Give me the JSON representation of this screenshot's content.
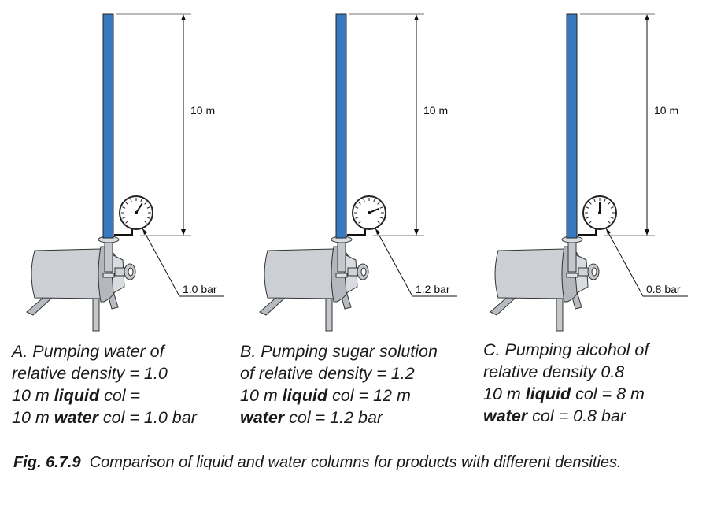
{
  "colors": {
    "pipe": "#3878be",
    "metal": "#c9cdd2"
  },
  "panels": [
    {
      "height_label": "10 m",
      "pressure_label": "1.0 bar",
      "pressure_bar": 1.0,
      "caption": [
        [
          {
            "t": "A. Pumping water of",
            "b": false
          }
        ],
        [
          {
            "t": "relative density = 1.0",
            "b": false
          }
        ],
        [
          {
            "t": "10 m ",
            "b": false
          },
          {
            "t": "liquid",
            "b": true
          },
          {
            "t": " col =",
            "b": false
          }
        ],
        [
          {
            "t": "10 m ",
            "b": false
          },
          {
            "t": "water",
            "b": true
          },
          {
            "t": " col = 1.0 bar",
            "b": false
          }
        ]
      ]
    },
    {
      "height_label": "10 m",
      "pressure_label": "1.2 bar",
      "pressure_bar": 1.2,
      "caption": [
        [
          {
            "t": "B. Pumping sugar solution",
            "b": false
          }
        ],
        [
          {
            "t": "of relative density = 1.2",
            "b": false
          }
        ],
        [
          {
            "t": "10 m ",
            "b": false
          },
          {
            "t": "liquid",
            "b": true
          },
          {
            "t": " col = 12 m",
            "b": false
          }
        ],
        [
          {
            "t": "water",
            "b": true
          },
          {
            "t": " col = 1.2 bar",
            "b": false
          }
        ]
      ]
    },
    {
      "height_label": "10 m",
      "pressure_label": "0.8 bar",
      "pressure_bar": 0.8,
      "caption": [
        [
          {
            "t": "C. Pumping alcohol of",
            "b": false
          }
        ],
        [
          {
            "t": "relative density 0.8",
            "b": false
          }
        ],
        [
          {
            "t": "10 m ",
            "b": false
          },
          {
            "t": "liquid",
            "b": true
          },
          {
            "t": " col = 8 m",
            "b": false
          }
        ],
        [
          {
            "t": "water",
            "b": true
          },
          {
            "t": " col = 0.8 bar",
            "b": false
          }
        ]
      ]
    }
  ],
  "figure": {
    "number": "Fig. 6.7.9",
    "text": "Comparison of liquid and water columns for products with different densities."
  }
}
